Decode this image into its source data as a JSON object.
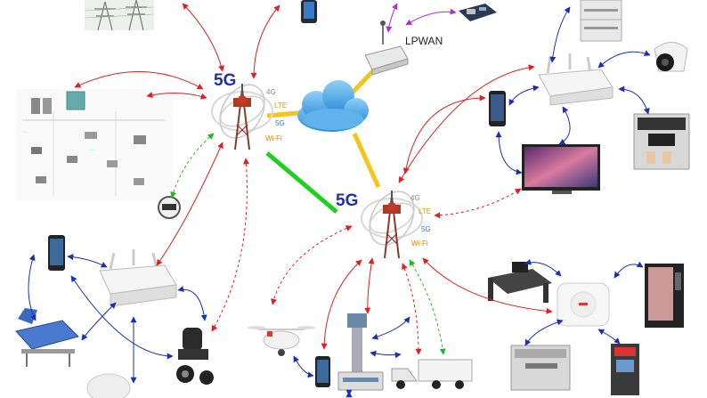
{
  "diagram": {
    "towers": [
      {
        "id": "tower-a",
        "label_5g": "5G",
        "bands": [
          {
            "text": "4G",
            "color": "#888888"
          },
          {
            "text": "LTE",
            "color": "#c9a200"
          },
          {
            "text": "5G",
            "color": "#3b6fd8"
          },
          {
            "text": "Wi-Fi",
            "color": "#e08000"
          }
        ]
      },
      {
        "id": "tower-b",
        "label_5g": "5G",
        "bands": [
          {
            "text": "4G",
            "color": "#888888"
          },
          {
            "text": "LTE",
            "color": "#c9a200"
          },
          {
            "text": "5G",
            "color": "#3b6fd8"
          },
          {
            "text": "Wi-Fi",
            "color": "#e08000"
          }
        ]
      }
    ],
    "lpwan_label": "LPWAN",
    "colors": {
      "red_link": "#e02020",
      "blue_link": "#1a2fb8",
      "green_link": "#1fb81f",
      "purple_link": "#b02fd0",
      "backhaul": "#f5c518",
      "cloud": "#4aa3e0"
    },
    "icons": [
      "power-lines-icon",
      "smartphone-icon",
      "cpu-board-icon",
      "lpwan-gateway-icon",
      "refrigerator-icon",
      "security-camera-icon",
      "coffee-machine-icon",
      "television-icon",
      "wifi-router-icon",
      "factory-floorplan-icon",
      "smart-meter-icon",
      "hospital-bed-icon",
      "power-wheelchair-icon",
      "drone-icon",
      "control-tower-icon",
      "truck-icon",
      "office-desk-icon",
      "vending-machine-icon",
      "copier-icon",
      "atm-icon",
      "lte-hub-icon"
    ]
  }
}
